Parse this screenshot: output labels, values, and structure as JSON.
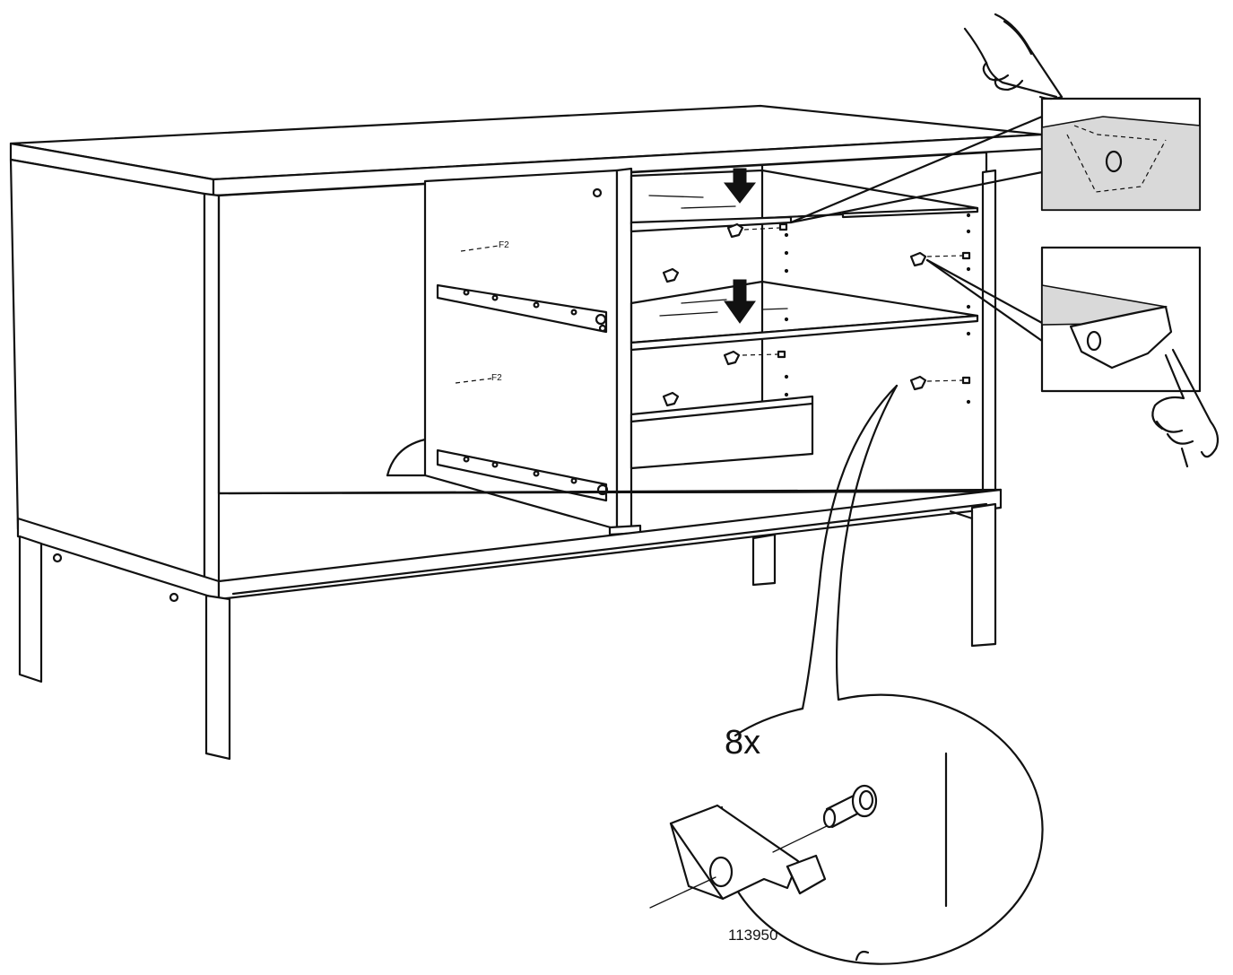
{
  "callout": {
    "quantity": "8x",
    "part_number": "113950"
  },
  "illustration": {
    "subject": "sideboard-shelf-installation",
    "icons": [
      "arrow-down-icon",
      "hand-pointing-icon",
      "shelf-support-pin-icon"
    ],
    "line_color": "#111111",
    "shade_color": "#d9d9d9"
  }
}
